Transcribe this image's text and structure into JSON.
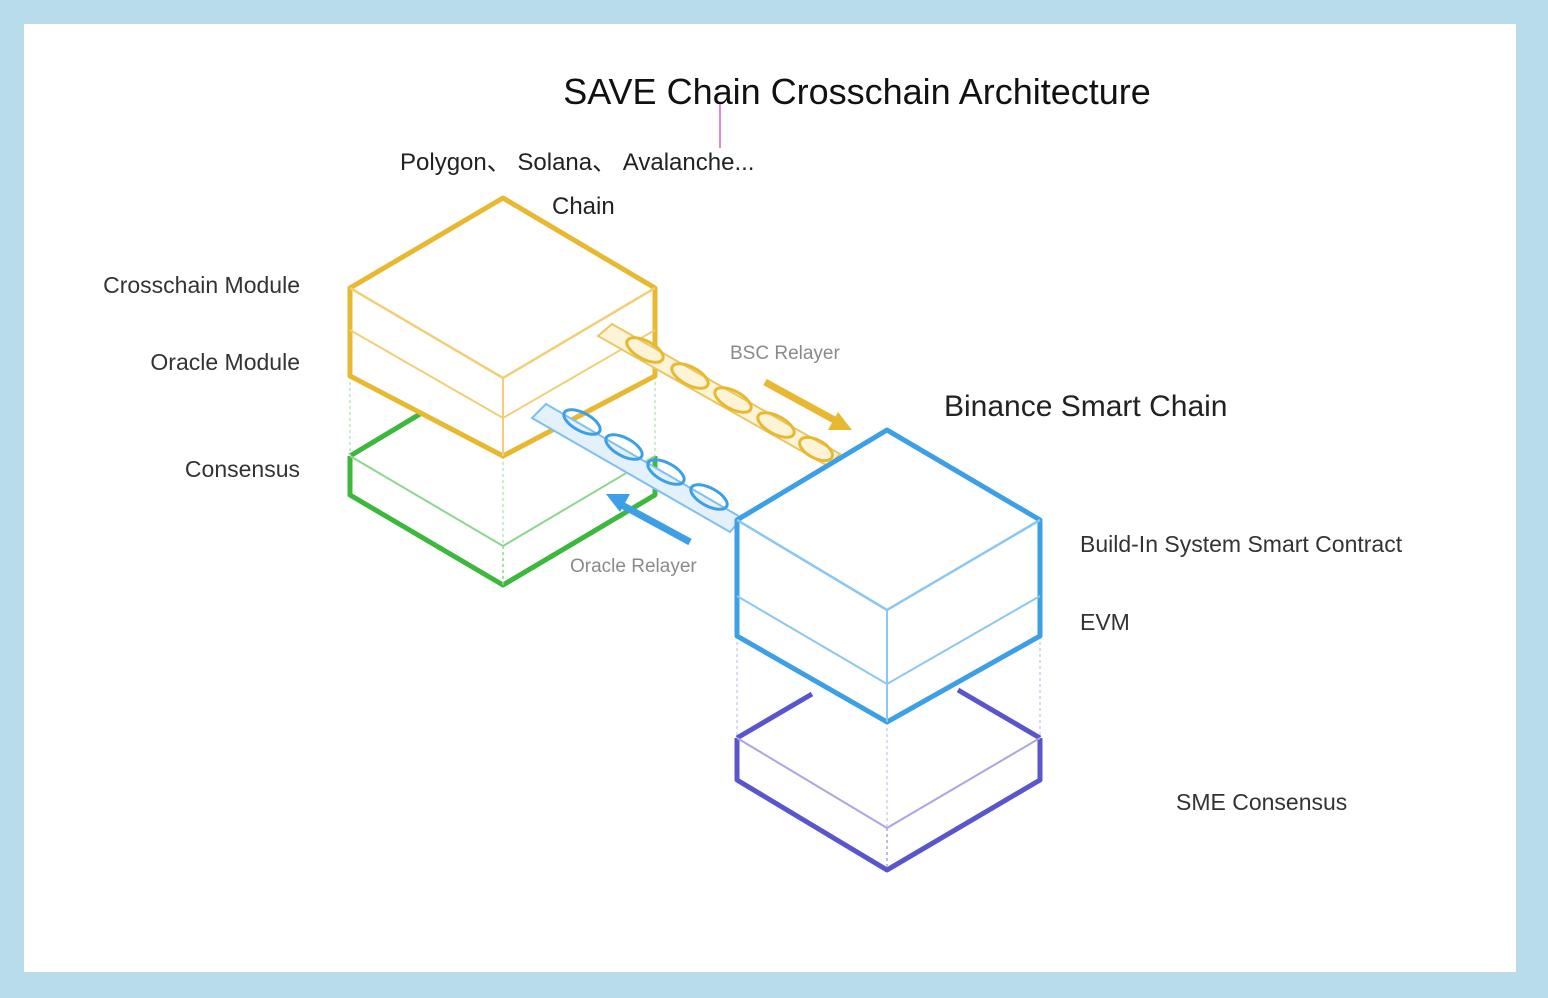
{
  "title": "SAVE Chain Crosschain Architecture",
  "top_chains": {
    "line1": "Polygon、 Solana、 Avalanche...",
    "line2": "Chain"
  },
  "left_stack": {
    "crosschain_module": "Crosschain Module",
    "oracle_module": "Oracle Module",
    "consensus": "Consensus"
  },
  "relayers": {
    "bsc": "BSC Relayer",
    "oracle": "Oracle Relayer"
  },
  "right_stack": {
    "name": "Binance Smart Chain",
    "system_contract": "Build-In System Smart Contract",
    "evm": "EVM",
    "consensus": "SME Consensus"
  },
  "colors": {
    "frame_border": "#b9dcea",
    "crosschain_yellow": "#e8b930",
    "consensus_green": "#3cb83c",
    "bsc_blue": "#3d9fe6",
    "sme_purple": "#5a55cc",
    "relayer_gray": "#8a8a8a"
  }
}
